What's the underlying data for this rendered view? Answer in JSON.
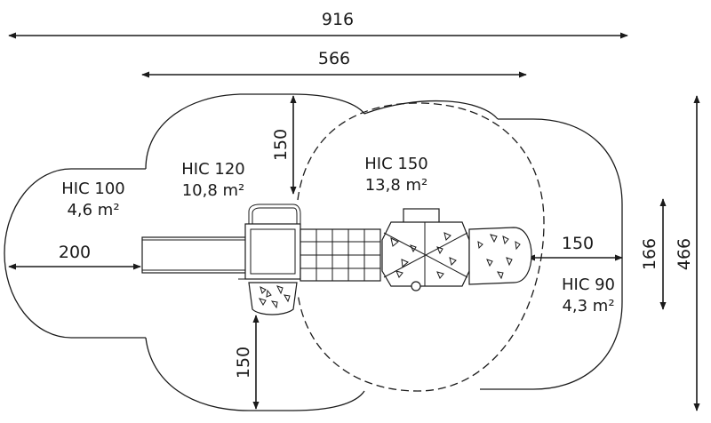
{
  "dimensions": {
    "overall_length": "916",
    "inner_length": "566",
    "top_clearance": "150",
    "left_clearance": "200",
    "right_clearance": "150",
    "bottom_clearance": "150",
    "equipment_width": "166",
    "overall_width": "466"
  },
  "zones": [
    {
      "hic": "HIC 100",
      "area": "4,6 m²"
    },
    {
      "hic": "HIC 120",
      "area": "10,8 m²"
    },
    {
      "hic": "HIC 150",
      "area": "13,8 m²"
    },
    {
      "hic": "HIC 90",
      "area": "4,3 m²"
    }
  ]
}
